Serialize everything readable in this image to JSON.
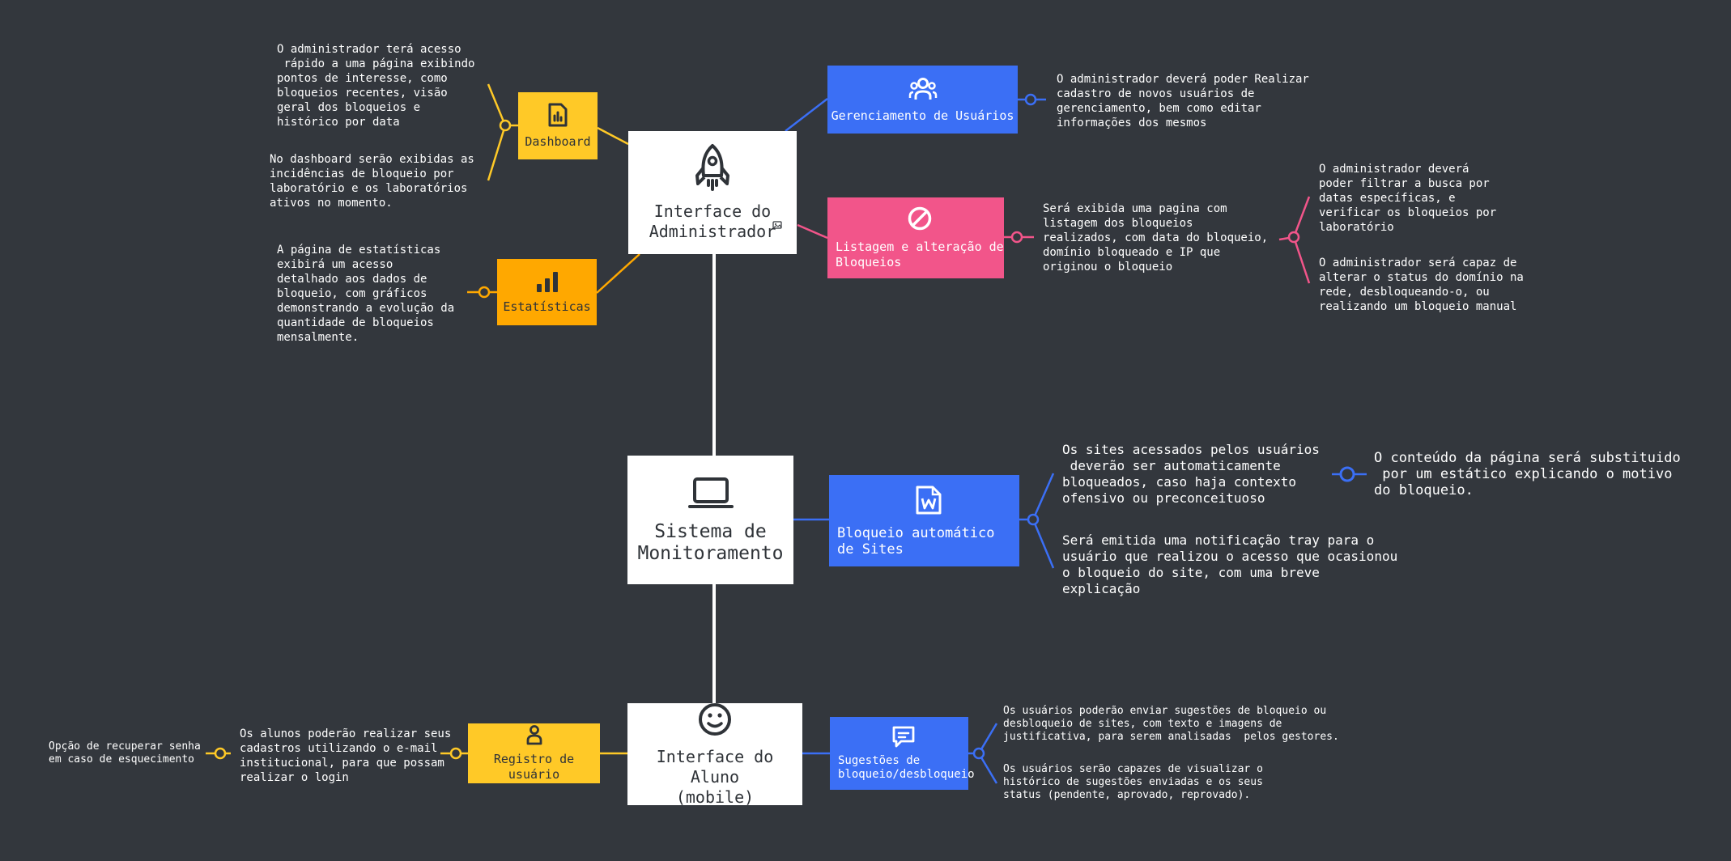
{
  "colors": {
    "background": "#33373d",
    "yellow": "#ffc927",
    "orange": "#ffa800",
    "blue": "#3b6ff5",
    "pink": "#f2558a",
    "white": "#ffffff",
    "dark_text": "#2f3338"
  },
  "central": [
    {
      "id": "admin",
      "label": "Interface do\nAdministrador",
      "icon": "rocket-icon",
      "badge": "image-attachment-icon"
    },
    {
      "id": "monitor",
      "label": "Sistema de\nMonitoramento",
      "icon": "laptop-icon"
    },
    {
      "id": "student",
      "label": "Interface do Aluno\n(mobile)",
      "icon": "smiley-icon"
    }
  ],
  "topics": {
    "dashboard": {
      "label": "Dashboard",
      "icon": "document-chart-icon"
    },
    "estatisticas": {
      "label": "Estatísticas",
      "icon": "bar-chart-icon"
    },
    "gerenciamento": {
      "label": "Gerenciamento de Usuários",
      "icon": "users-icon"
    },
    "listagem": {
      "label": "Listagem e alteração de Bloqueios",
      "icon": "block-icon"
    },
    "bloqueio_auto": {
      "label": "Bloqueio automático de Sites",
      "icon": "word-document-icon"
    },
    "registro": {
      "label": "Registro de usuário",
      "icon": "user-icon"
    },
    "sugestoes": {
      "label": "Sugestões de bloqueio/desbloqueio",
      "icon": "chat-icon"
    }
  },
  "notes": {
    "dashboard_1": "O administrador terá acesso\n rápido a uma página exibindo\npontos de interesse, como\nbloqueios recentes, visão\ngeral dos bloqueios e\nhistórico por data",
    "dashboard_2": "No dashboard serão exibidas as\nincidências de bloqueio por\nlaboratório e os laboratórios\nativos no momento.",
    "estatisticas_1": "A página de estatísticas\nexibirá um acesso\ndetalhado aos dados de\nbloqueio, com gráficos\ndemonstrando a evolução da\nquantidade de bloqueios\nmensalmente.",
    "gerenciamento_1": "O administrador deverá poder Realizar\ncadastro de novos usuários de\ngerenciamento, bem como editar\ninformações dos mesmos",
    "listagem_1": "Será exibida uma pagina com\nlistagem dos bloqueios\nrealizados, com data do bloqueio,\ndomínio bloqueado e IP que\noriginou o bloqueio",
    "listagem_sub_1": "O administrador deverá\npoder filtrar a busca por\ndatas específicas, e\nverificar os bloqueios por\nlaboratório",
    "listagem_sub_2": "O administrador será capaz de\nalterar o status do domínio na\nrede, desbloqueando-o, ou\nrealizando um bloqueio manual",
    "bloqueio_1": "Os sites acessados pelos usuários\n deverão ser automaticamente\nbloqueados, caso haja contexto\nofensivo ou preconceituoso",
    "bloqueio_1_sub": "O conteúdo da página será substituido\n por um estático explicando o motivo\ndo bloqueio.",
    "bloqueio_2": "Será emitida uma notificação tray para o\nusuário que realizou o acesso que ocasionou\no bloqueio do site, com uma breve\nexplicação",
    "registro_1": "Os alunos poderão realizar seus\ncadastros utilizando o e-mail\ninstitucional, para que possam\nrealizar o login",
    "registro_sub": "Opção de recuperar senha\nem caso de esquecimento",
    "sugestoes_1": "Os usuários poderão enviar sugestões de bloqueio ou\ndesbloqueio de sites, com texto e imagens de\njustificativa, para serem analisadas  pelos gestores.",
    "sugestoes_2": "Os usuários serão capazes de visualizar o\nhistórico de sugestões enviadas e os seus\nstatus (pendente, aprovado, reprovado)."
  }
}
